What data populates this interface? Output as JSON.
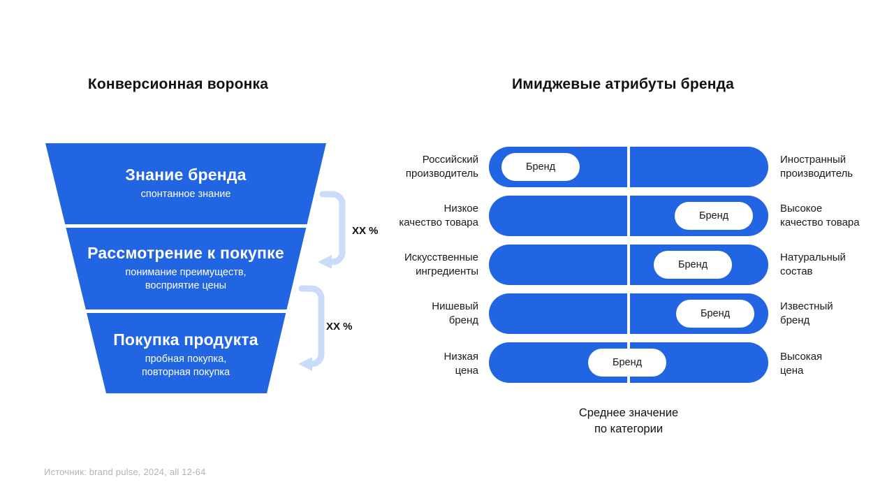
{
  "funnel": {
    "title": "Конверсионная воронка",
    "stages": [
      {
        "title": "Знание бренда",
        "subtitle": "спонтанное знание"
      },
      {
        "title": "Рассмотрение к покупке",
        "subtitle": "понимание преимуществ,\nвосприятие цены"
      },
      {
        "title": "Покупка продукта",
        "subtitle": "пробная покупка,\nповторная покупка"
      }
    ],
    "conversion_labels": [
      "XX %",
      "XX %"
    ]
  },
  "attributes": {
    "title": "Имиджевые атрибуты бренда",
    "rows": [
      {
        "left": "Российский\nпроизводитель",
        "right": "Иностранный\nпроизводитель",
        "brand_label": "Бренд",
        "position_pct": 18.5
      },
      {
        "left": "Низкое\nкачество товара",
        "right": "Высокое\nкачество товара",
        "brand_label": "Бренд",
        "position_pct": 80.5
      },
      {
        "left": "Искусственные\nингредиенты",
        "right": "Натуральный\nсостав",
        "brand_label": "Бренд",
        "position_pct": 73
      },
      {
        "left": "Нишевый\nбренд",
        "right": "Известный\nбренд",
        "brand_label": "Бренд",
        "position_pct": 81
      },
      {
        "left": "Низкая\nцена",
        "right": "Высокая\nцена",
        "brand_label": "Бренд",
        "position_pct": 49.5
      }
    ],
    "caption": "Среднее значение\nпо категории"
  },
  "footer": {
    "source": "Источник: brand pulse, 2024, all 12-64"
  },
  "colors": {
    "primary_blue": "#2265e2",
    "arrow_light_blue": "#cbdcf8",
    "text_black": "#141414",
    "footer_gray": "#b3b3b3",
    "background": "#ffffff"
  }
}
